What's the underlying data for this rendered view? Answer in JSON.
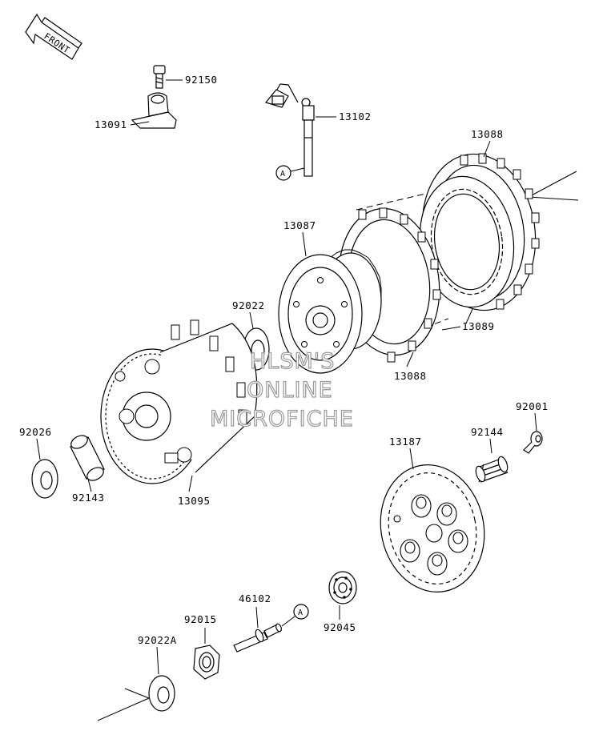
{
  "front_label": "FRONT",
  "ref_marker": "A",
  "watermark": [
    "HLSM'S",
    "ONLINE",
    "MICROFICHE"
  ],
  "parts": {
    "p92150": "92150",
    "p13091": "13091",
    "p13102": "13102",
    "p13088a": "13088",
    "p13087": "13087",
    "p92022": "92022",
    "p13089": "13089",
    "p13088b": "13088",
    "p92026": "92026",
    "p92143": "92143",
    "p13095": "13095",
    "p13187": "13187",
    "p92144": "92144",
    "p92001": "92001",
    "p46102": "46102",
    "p92015": "92015",
    "p92045": "92045",
    "p92022A": "92022A"
  }
}
